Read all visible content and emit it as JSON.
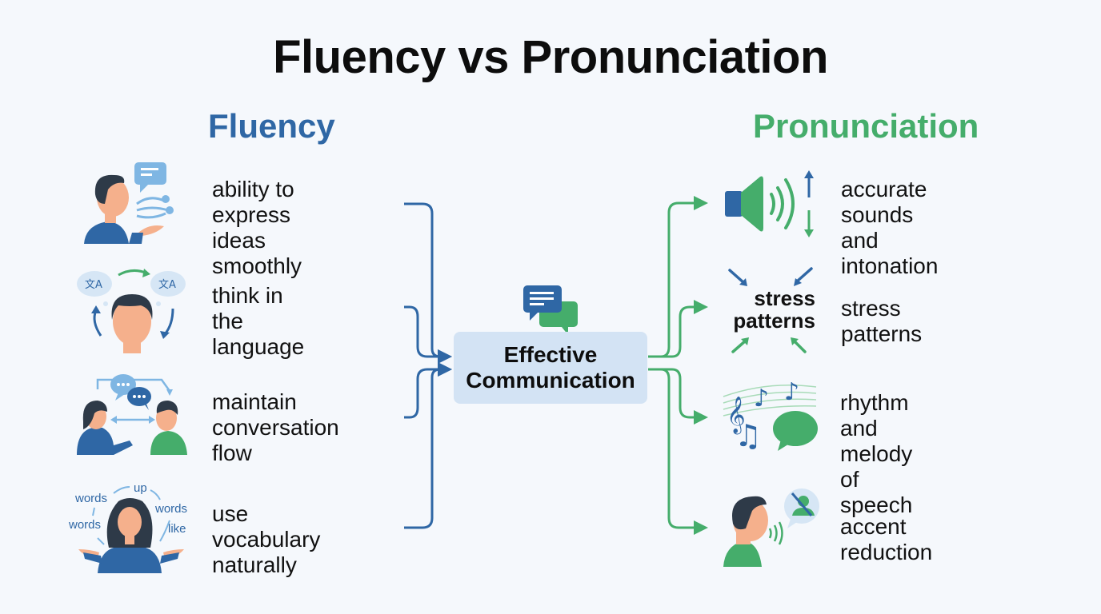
{
  "title": "Fluency vs Pronunciation",
  "colors": {
    "background": "#f5f8fc",
    "fluency_blue": "#2f67a5",
    "pronunciation_green": "#45ad6b",
    "light_blue": "#7fb6e3",
    "center_box": "#d3e3f4",
    "skin": "#f5b08c",
    "hair": "#2e3a48"
  },
  "fluency": {
    "heading": "Fluency",
    "items": [
      {
        "label": "ability to express\nideas smoothly",
        "icon": "speaking-person-icon"
      },
      {
        "label": "think in the\nlanguage",
        "icon": "thinking-translate-icon"
      },
      {
        "label": "maintain\nconversation flow",
        "icon": "conversation-icon"
      },
      {
        "label": "use vocabulary\nnaturally",
        "icon": "vocabulary-person-icon",
        "word_bubbles": [
          "words",
          "up",
          "words",
          "like",
          "words"
        ]
      }
    ]
  },
  "center": {
    "label": "Effective\nCommunication",
    "icon": "chat-bubbles-icon"
  },
  "pronunciation": {
    "heading": "Pronunciation",
    "items": [
      {
        "label": "accurate sounds\nand intonation",
        "icon": "speaker-intonation-icon"
      },
      {
        "label": "stress patterns",
        "icon": "stress-patterns-icon",
        "icon_text": "stress\npatterns"
      },
      {
        "label": "rhythm and melody\nof speech",
        "icon": "music-speech-icon"
      },
      {
        "label": "accent reduction",
        "icon": "accent-reduction-icon"
      }
    ]
  }
}
